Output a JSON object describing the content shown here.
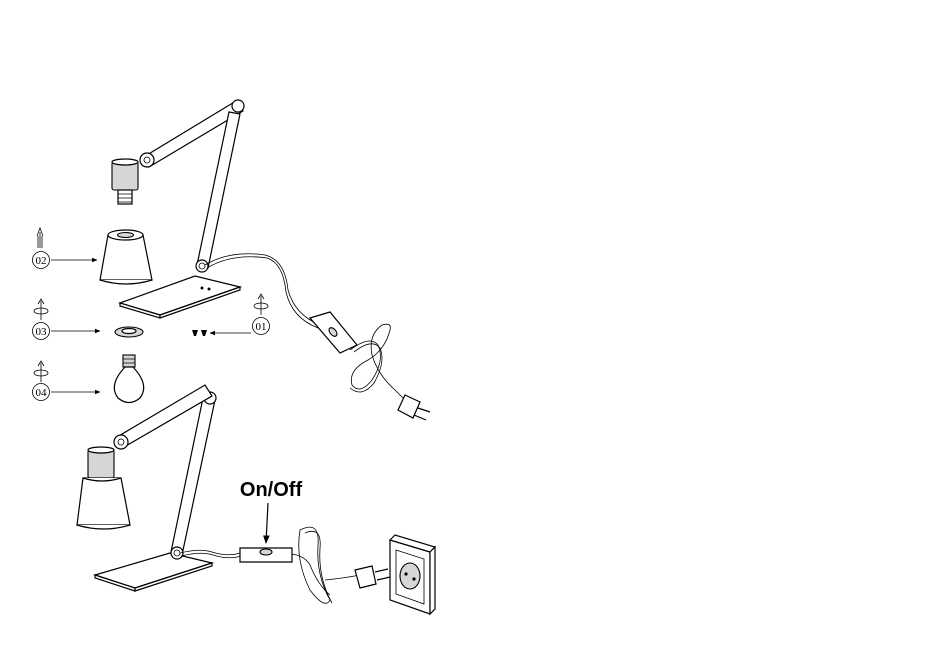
{
  "steps": [
    {
      "id": "step-01",
      "label": "01"
    },
    {
      "id": "step-02",
      "label": "02"
    },
    {
      "id": "step-03",
      "label": "03"
    },
    {
      "id": "step-04",
      "label": "04"
    }
  ],
  "callout": {
    "label": "On/Off"
  },
  "icons": {
    "up_arrow": "up-arrow-icon",
    "rotate": "rotate-icon"
  }
}
